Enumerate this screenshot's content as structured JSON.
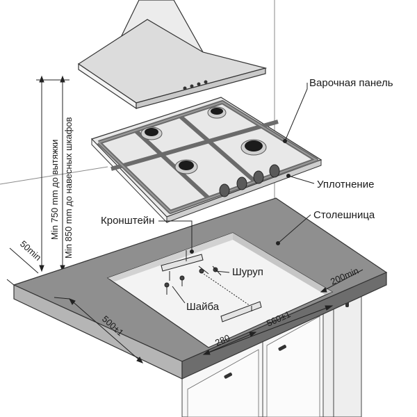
{
  "labels": {
    "hob": "Варочная панель",
    "seal": "Уплотнение",
    "countertop": "Столешница",
    "bracket": "Кронштейн",
    "screw": "Шуруп",
    "washer": "Шайба"
  },
  "dimensions": {
    "hood_clearance": "Min 750 mm до вытяжки",
    "cabinet_clearance": "Min 850 mm до навесных шкафов",
    "edge_min": "50min",
    "depth": "500±1",
    "bracket_dist": "280",
    "width": "560±1",
    "back_min": "200min"
  },
  "colors": {
    "line": "#222222",
    "countertop_top": "#8f8f8f",
    "countertop_front": "#6d6d6d",
    "cutout": "#f3f3f3",
    "hob_grey": "#d9d9d9",
    "burner": "#1b1b1b"
  }
}
